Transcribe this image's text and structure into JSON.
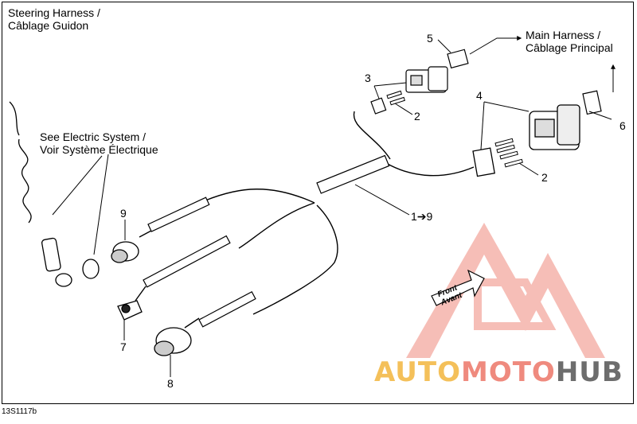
{
  "title": {
    "line1": "Steering Harness /",
    "line2": "Câblage Guidon"
  },
  "see_note": {
    "line1": "See Electric System /",
    "line2": "Voir Système Électrique"
  },
  "main_harness": {
    "line1": "Main Harness  /",
    "line2": "Câblage Principal"
  },
  "callouts": {
    "c1": "1➔9",
    "c2a": "2",
    "c2b": "2",
    "c3": "3",
    "c4": "4",
    "c5": "5",
    "c6": "6",
    "c7": "7",
    "c8": "8",
    "c9": "9"
  },
  "front_arrow": {
    "line1": "Front",
    "line2": "Avant"
  },
  "figure_ref": "13S1117b",
  "watermark": {
    "part1": "AUTO",
    "part2": "MOTO",
    "part3": "HUB"
  },
  "colors": {
    "watermark_red": "#ef8a7e",
    "watermark_yellow": "#f4c05a",
    "watermark_gray": "#6d6d6d"
  }
}
